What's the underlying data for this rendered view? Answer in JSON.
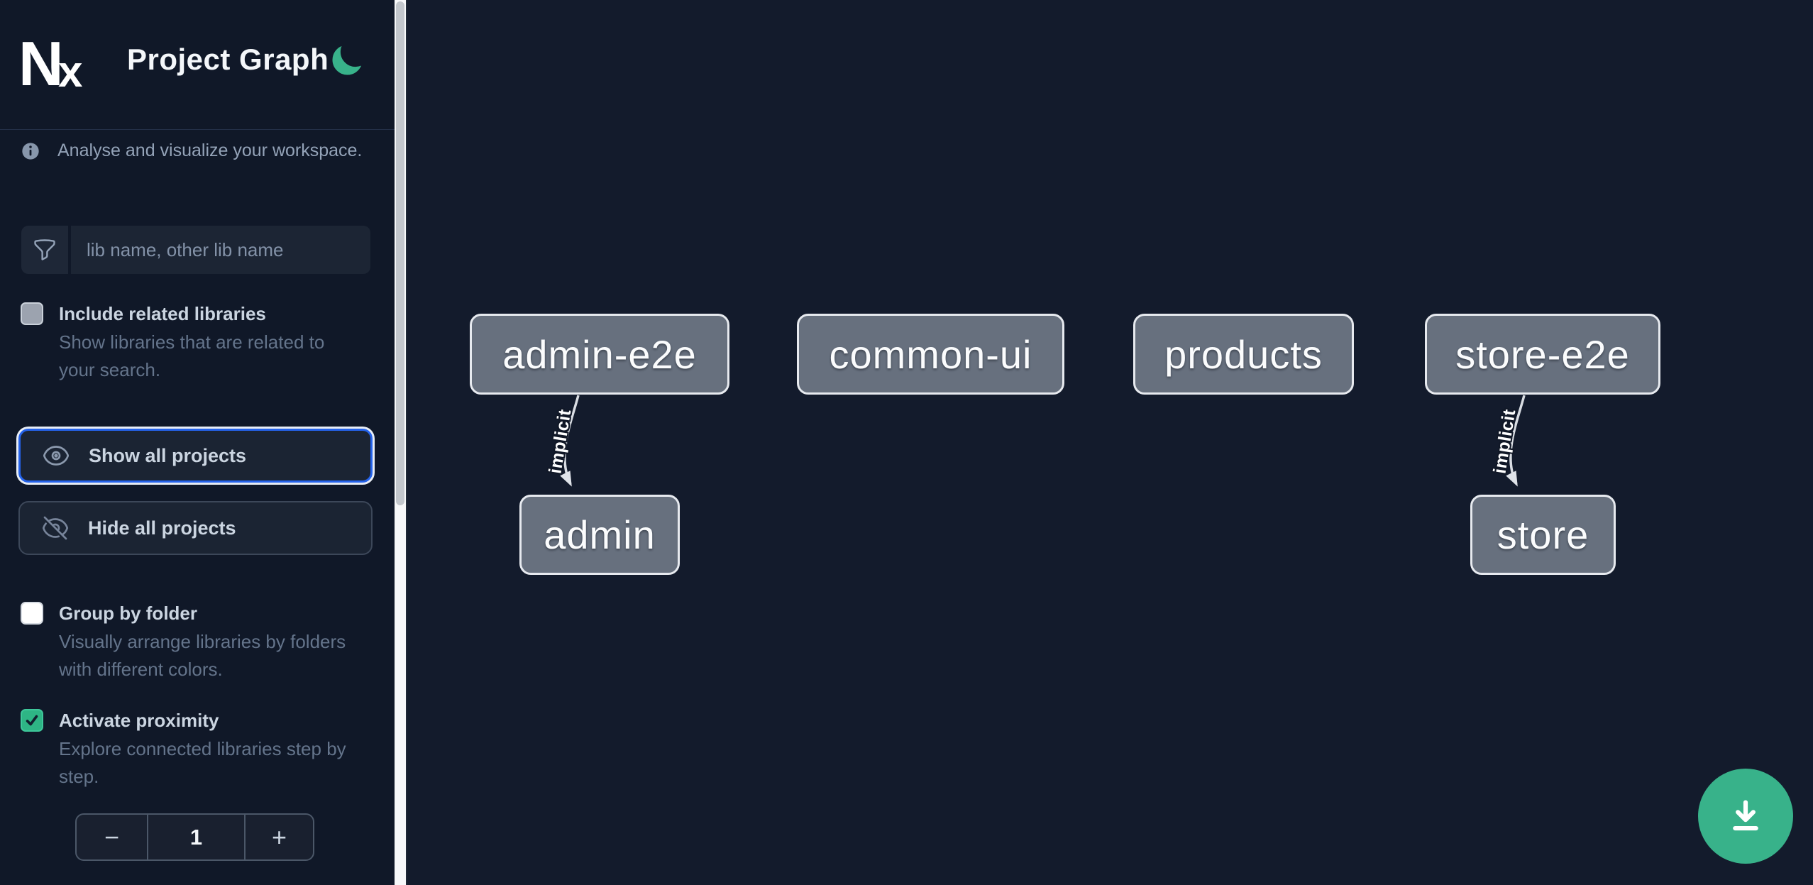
{
  "app": {
    "title": "Project Graph",
    "logo_text": "Nx",
    "colors": {
      "accent_green": "#38b28a",
      "focus_blue": "#2563eb",
      "node_fill": "#67707e",
      "sidebar_bg": "#101828",
      "canvas_bg": "#131b2c"
    }
  },
  "sidebar": {
    "info_text": "Analyse and visualize your workspace.",
    "search": {
      "placeholder": "lib name, other lib name",
      "value": ""
    },
    "toggles": [
      {
        "label": "Include related libraries",
        "description": "Show libraries that are related to your search.",
        "checked": false
      },
      {
        "label": "Group by folder",
        "description": "Visually arrange libraries by folders with different colors.",
        "checked": false
      },
      {
        "label": "Activate proximity",
        "description": "Explore connected libraries step by step.",
        "checked": true
      }
    ],
    "buttons": {
      "show_all": "Show all projects",
      "hide_all": "Hide all projects"
    },
    "stepper": {
      "decrement": "−",
      "value": "1",
      "increment": "+"
    }
  },
  "graph": {
    "nodes": [
      {
        "label": "admin-e2e"
      },
      {
        "label": "common-ui"
      },
      {
        "label": "products"
      },
      {
        "label": "store-e2e"
      },
      {
        "label": "admin"
      },
      {
        "label": "store"
      }
    ],
    "edges": [
      {
        "from": "admin-e2e",
        "to": "admin",
        "label": "implicit"
      },
      {
        "from": "store-e2e",
        "to": "store",
        "label": "implicit"
      }
    ]
  }
}
